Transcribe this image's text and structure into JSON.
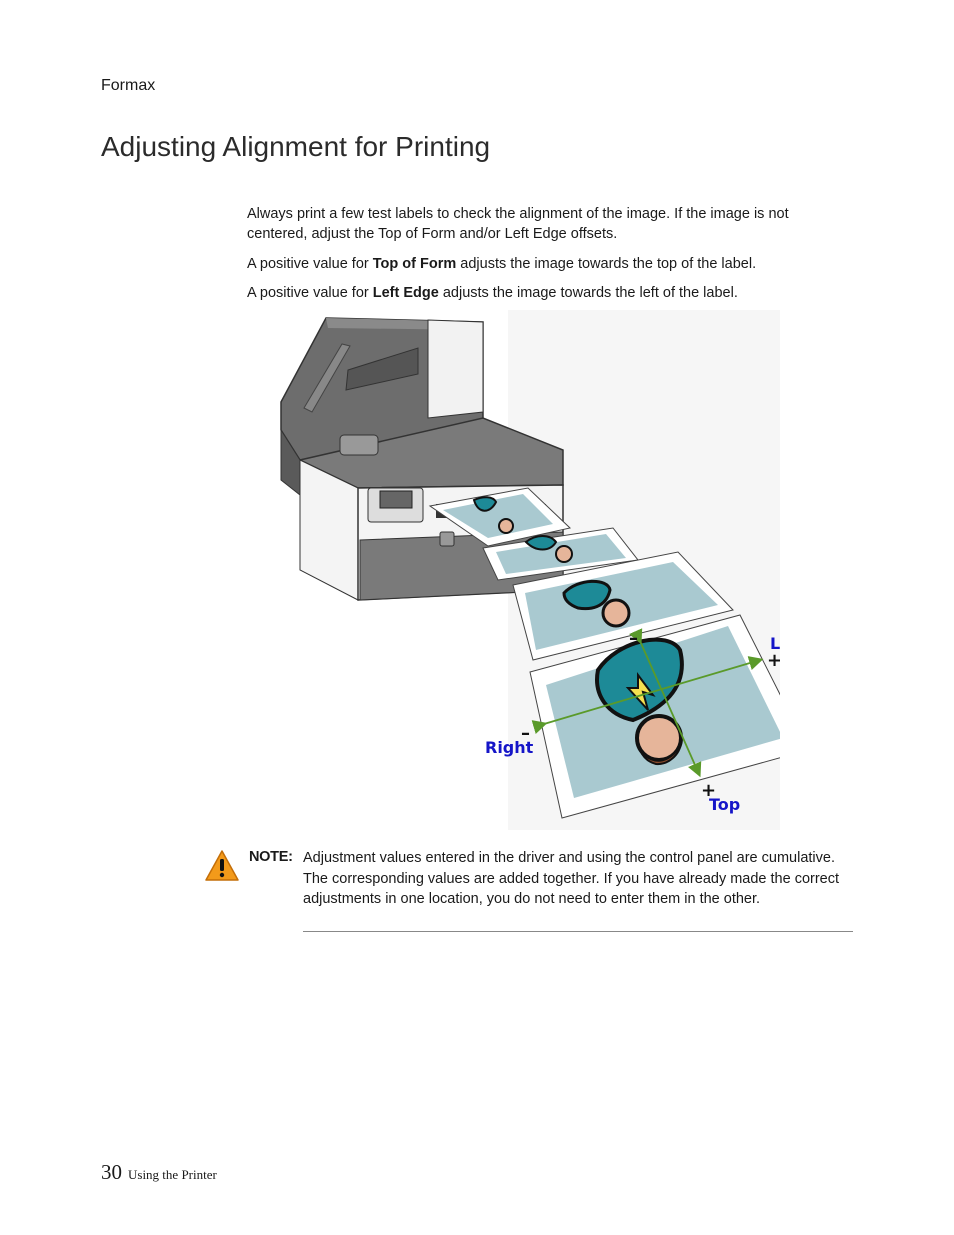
{
  "header": {
    "brand": "Formax"
  },
  "page_title": "Adjusting Alignment for Printing",
  "intro": {
    "para1": "Always print a few test labels to check the alignment of the image. If the image is not centered, adjust the Top of Form and/or Left Edge offsets.",
    "para2_pre": "A positive value for ",
    "para2_bold": "Top of Form",
    "para2_post": " adjusts the image towards the top of the label.",
    "para3_pre": "A positive value for ",
    "para3_bold": "Left Edge",
    "para3_post": " adjusts the image towards the left of the label."
  },
  "figure": {
    "label_left": "Left",
    "label_right": "Right",
    "label_top": "Top",
    "sign_plus": "+",
    "sign_minus": "–",
    "colors": {
      "label_text": "#1515c8",
      "arrow": "#5a9a2a",
      "label_bg": "#a9c9d0",
      "printer_dark": "#6a6a6a"
    }
  },
  "note": {
    "label": "NOTE:",
    "text": "Adjustment values entered in the driver and using the control panel are cumulative. The corresponding values are added together. If you have already made the correct adjustments in one location, you do not need to enter them in the other.",
    "icon": "warning-icon"
  },
  "footer": {
    "page_number": "30",
    "section": "Using the Printer"
  }
}
